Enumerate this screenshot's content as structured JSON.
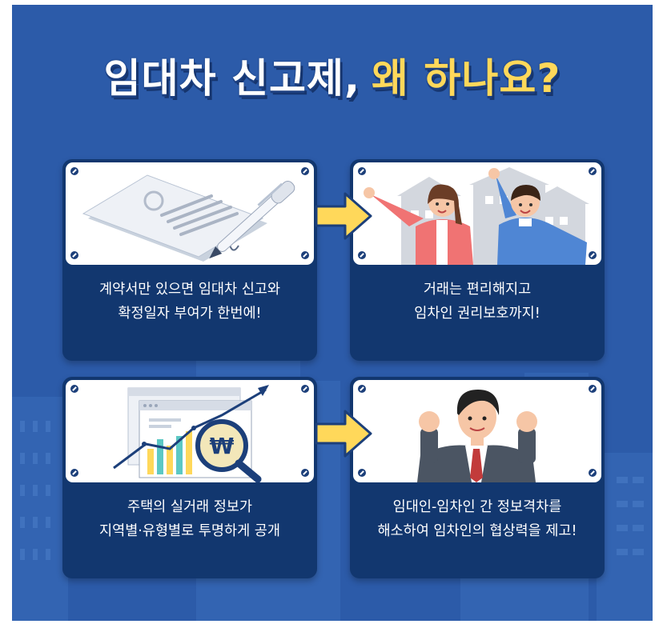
{
  "title": {
    "part1": "임대차 신고제,",
    "part2": "왜 하나요?"
  },
  "cards": [
    {
      "illustration": "contract-pen-icon",
      "lines": [
        "계약서만 있으면 임대차 신고와",
        "확정일자 부여가 한번에!"
      ]
    },
    {
      "illustration": "happy-couple-icon",
      "lines": [
        "거래는 편리해지고",
        "임차인 권리보호까지!"
      ]
    },
    {
      "illustration": "market-chart-icon",
      "lines": [
        "주택의 실거래 정보가",
        "지역별·유형별로 투명하게 공개"
      ]
    },
    {
      "illustration": "confident-man-icon",
      "lines": [
        "임대인-임차인 간 정보격차를",
        "해소하여 임차인의 협상력을 제고!"
      ]
    }
  ],
  "currency_symbol": "₩",
  "colors": {
    "background": "#2c5ba9",
    "card": "#12376f",
    "title_accent": "#ffd85a",
    "arrow": "#ffd85a"
  }
}
